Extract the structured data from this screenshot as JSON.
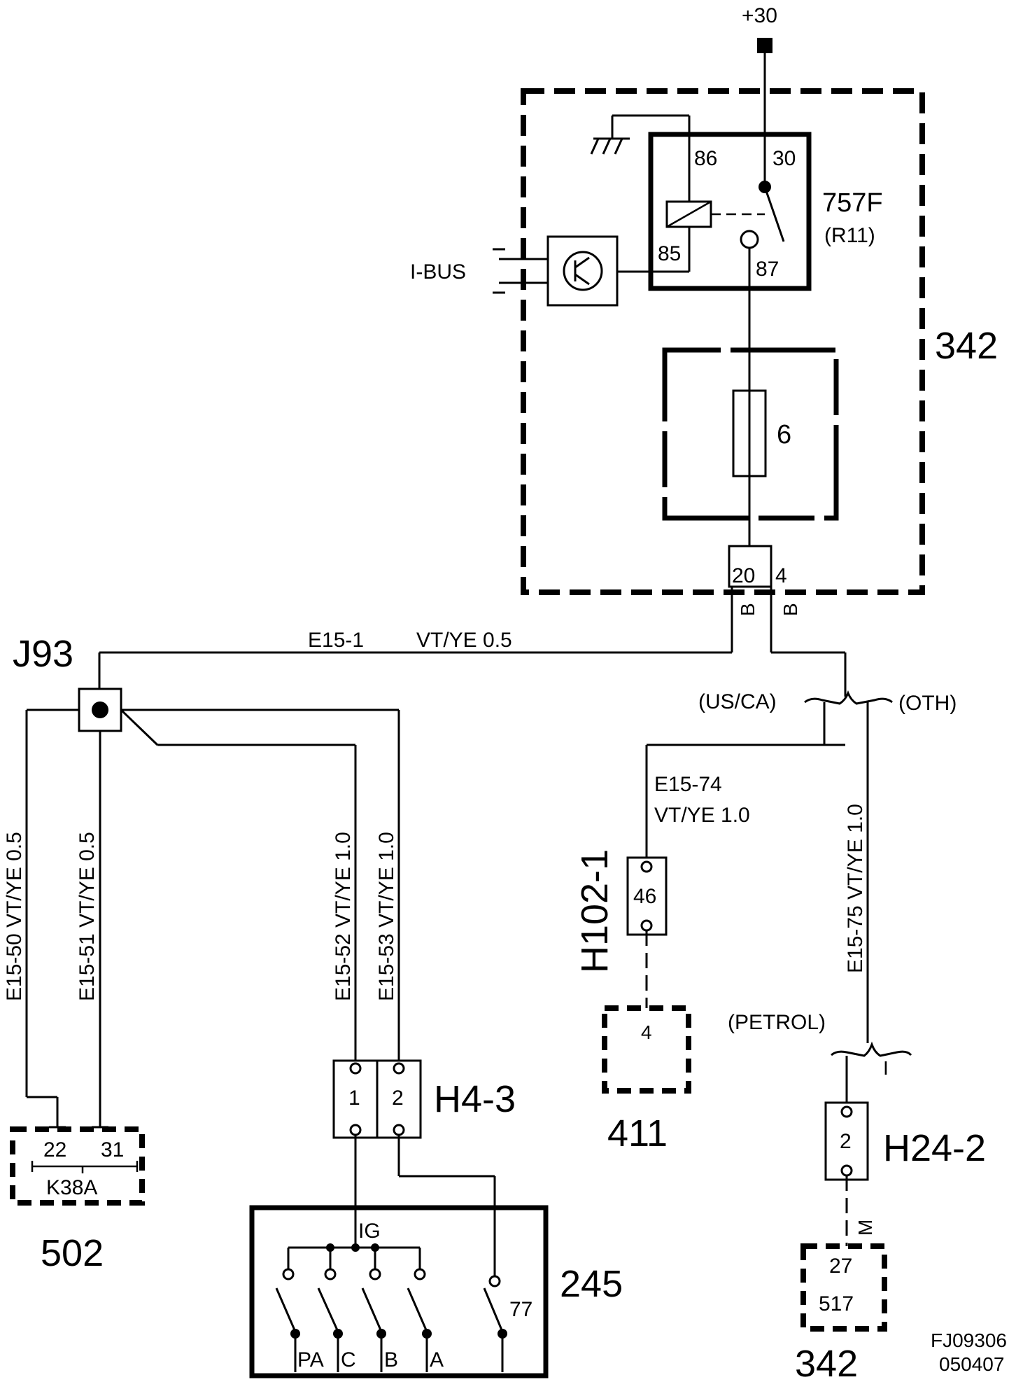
{
  "supply": {
    "label": "+30"
  },
  "components": {
    "c342_top": "342",
    "c342_bottom": "342",
    "c245": "245",
    "c502": "502",
    "c411": "411",
    "relay": {
      "name": "757F",
      "sub": "(R11)",
      "pin86": "86",
      "pin30": "30",
      "pin85": "85",
      "pin87": "87"
    },
    "fuse": {
      "number": "6"
    },
    "ibus": "I-BUS",
    "connector_top": {
      "pin_left": "20",
      "pin_right": "4",
      "code_left": "B",
      "code_right": "B"
    },
    "splice": "J93",
    "h4_3": {
      "label": "H4-3",
      "pin1": "1",
      "pin2": "2"
    },
    "h102_1": {
      "label": "H102-1",
      "pin": "46"
    },
    "h24_2": {
      "label": "H24-2",
      "pin": "2",
      "code": "M"
    },
    "k38a": {
      "label": "K38A",
      "pin22": "22",
      "pin31": "31"
    },
    "c411_pin": "4",
    "c517": {
      "pin": "27",
      "label": "517"
    },
    "ignition": {
      "ig": "IG",
      "pa": "PA",
      "c": "C",
      "b": "B",
      "a": "A",
      "p77": "77"
    }
  },
  "wires": {
    "e15_1": "E15-1",
    "e15_1_spec": "VT/YE  0.5",
    "e15_50": "E15-50  VT/YE  0.5",
    "e15_51": "E15-51  VT/YE  0.5",
    "e15_52": "E15-52  VT/YE  1.0",
    "e15_53": "E15-53  VT/YE  1.0",
    "e15_74": "E15-74",
    "e15_74_spec": "VT/YE   1.0",
    "e15_75": "E15-75  VT/YE  1.0"
  },
  "variants": {
    "us_ca": "(US/CA)",
    "oth": "(OTH)",
    "petrol": "(PETROL)",
    "tick": "I"
  },
  "figure_id": {
    "line1": "FJ09306",
    "line2": "050407"
  }
}
